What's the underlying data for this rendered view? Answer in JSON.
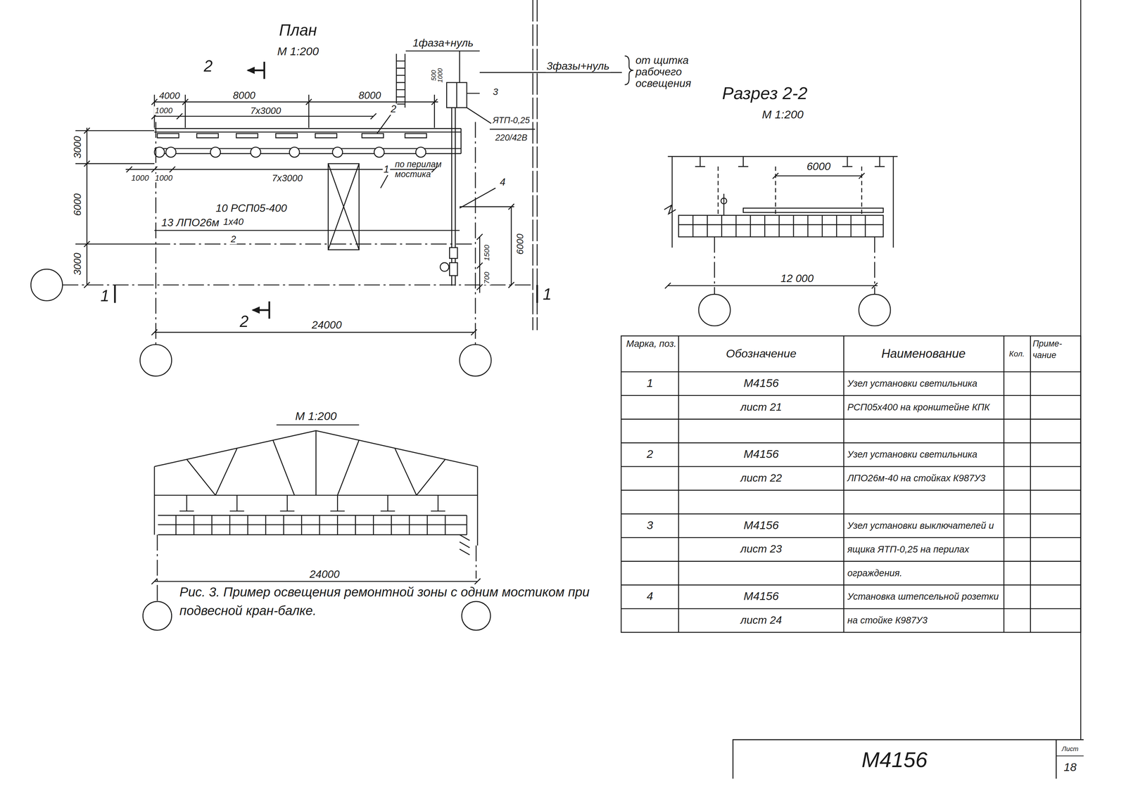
{
  "diagram": {
    "caption": "Рис. 3. Пример освещения ремонтной зоны с одним мостиком при подвесной кран-балке.",
    "nodes": [
      {
        "text": [
          "М4156"
        ]
      },
      {
        "text": [
          "Лист",
          "18"
        ]
      }
    ],
    "labels": [
      "План",
      "М 1:200",
      "2",
      "4000",
      "8000",
      "8000",
      "1000",
      "7х3000",
      "2",
      "3000",
      "6000",
      "3000",
      "1000",
      "1000",
      "7х3000",
      "1",
      "по перилам мостика",
      "4",
      "10 РСП05-400",
      "13 ЛПО26м",
      "1х40",
      "2",
      "6000",
      "1500",
      "700",
      "500",
      "1000",
      "1фаза+нуль",
      "3фазы+нуль",
      "от щитка рабочего освещения",
      "3",
      "ЯТП-0,25",
      "220/42В",
      "1",
      "2",
      "1",
      "24000",
      "Разрез 2-2",
      "М 1:200",
      "6000",
      "12 000",
      "М 1:200",
      "24000",
      "Марка, поз.",
      "Обозначение",
      "Наименование",
      "Кол.",
      "Приме-чание",
      "1",
      "М4156",
      "лист 21",
      "Узел установки светильника РСП05х400 на кронштейне КПК",
      "2",
      "М4156",
      "лист 22",
      "Узел установки светильника ЛПО26м-40 на стойках К987У3",
      "3",
      "М4156",
      "лист 23",
      "Узел установки выключателей и ящика ЯТП-0,25 на перилах ограждения.",
      "4",
      "М4156",
      "лист 24",
      "Установка штепсельной розетки на стойке К987У3"
    ]
  }
}
